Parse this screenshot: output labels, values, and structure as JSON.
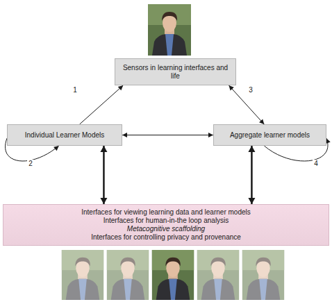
{
  "diagram": {
    "nodes": [
      {
        "text": [
          "Sensors in learning interfaces and life"
        ]
      },
      {
        "text": [
          "Individual Learner Models"
        ]
      },
      {
        "text": [
          "Aggregate learner models"
        ]
      },
      {
        "text": [
          "Interfaces for viewing learning data and learner models",
          "Interfaces for human-in-the loop analysis",
          "Metacognitive scaffolding",
          "Interfaces for controlling privacy and provenance"
        ]
      }
    ],
    "edges": [
      {
        "from": 1,
        "to": 0,
        "arrow": "to",
        "label": "1"
      },
      {
        "from": 0,
        "to": 2,
        "arrow": "both",
        "label": "3"
      },
      {
        "from": 1,
        "to": 2,
        "arrow": "both"
      },
      {
        "from": 1,
        "to": 1,
        "arrow": "to",
        "label": "2"
      },
      {
        "from": 2,
        "to": 2,
        "arrow": "to",
        "label": "4"
      },
      {
        "from": 1,
        "to": 3,
        "arrow": "both"
      },
      {
        "from": 2,
        "to": 3,
        "arrow": "both"
      }
    ]
  }
}
